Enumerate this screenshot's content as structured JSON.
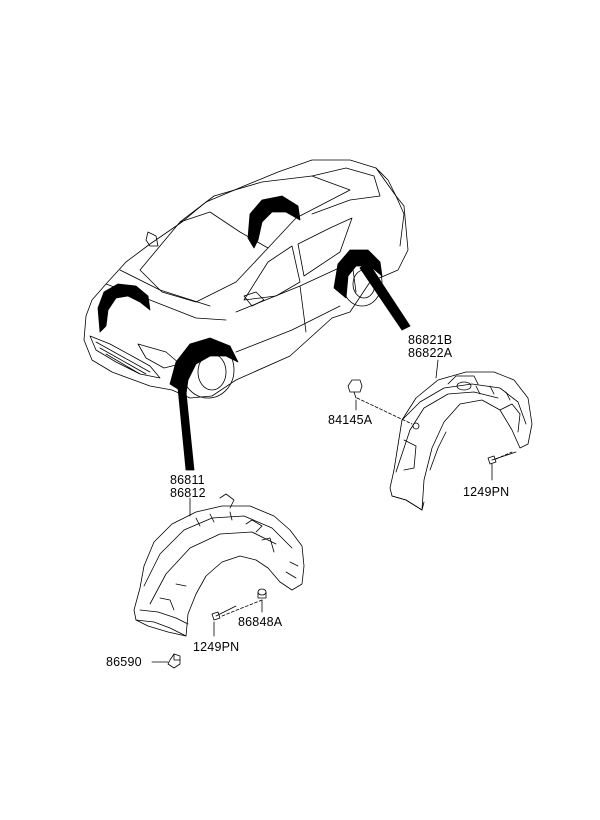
{
  "labels": {
    "rear_guard_part_a": "86821B",
    "rear_guard_part_b": "86822A",
    "rear_clip": "84145A",
    "rear_screw": "1249PN",
    "front_guard_part_a": "86811",
    "front_guard_part_b": "86812",
    "front_fastener": "86848A",
    "front_screw": "1249PN",
    "front_nut": "86590"
  },
  "colors": {
    "line": "#000000",
    "fill": "#ffffff",
    "wheel_guard_highlight": "#000000"
  }
}
